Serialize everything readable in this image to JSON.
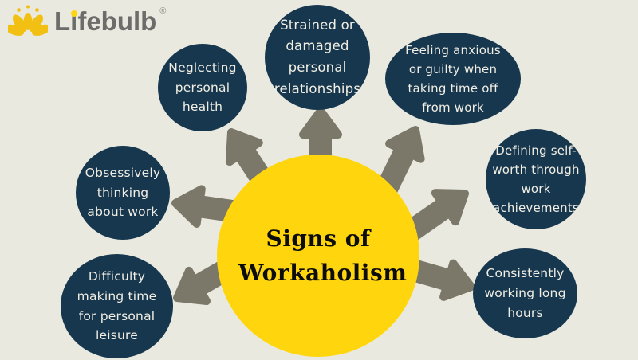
{
  "logo": {
    "brand": "Lifebulb",
    "registered_mark": "®",
    "icon": "lifebulb-flower-icon"
  },
  "center_circle": {
    "title": "Signs of Workaholism"
  },
  "signs": [
    {
      "id": "strained",
      "label": "Strained or damaged personal relationships"
    },
    {
      "id": "anxious",
      "label": "Feeling anxious or guilty when taking time off from work"
    },
    {
      "id": "defining",
      "label": "Defining self-worth through work achievements"
    },
    {
      "id": "consistently",
      "label": "Consistently working long hours"
    },
    {
      "id": "difficulty",
      "label": "Difficulty making time for personal leisure"
    },
    {
      "id": "obsessively",
      "label": "Obsessively thinking about work"
    },
    {
      "id": "neglecting",
      "label": "Neglecting personal health"
    }
  ],
  "colors": {
    "background": "#e9e9df",
    "circle_navy": "#17374f",
    "center_yellow": "#ffd60e",
    "arrow_gray": "#7c7869",
    "logo_gray": "#6c6d6a",
    "text_light": "#f1eee3",
    "title_ink": "#0c0c0c"
  }
}
